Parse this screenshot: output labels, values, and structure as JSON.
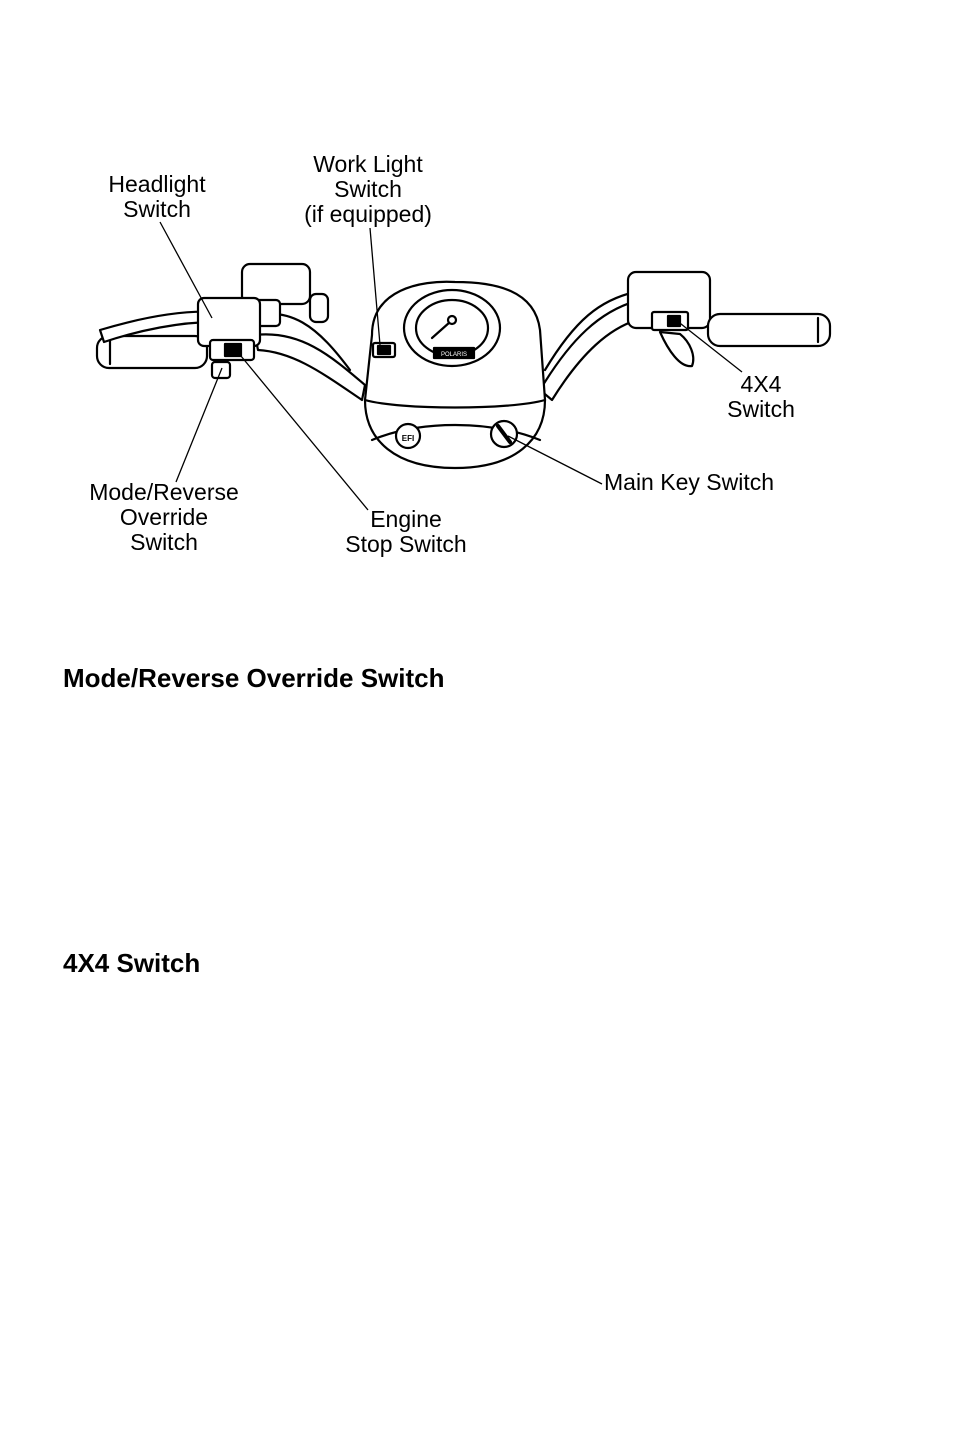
{
  "diagram": {
    "callouts": {
      "headlight": [
        "Headlight",
        "Switch"
      ],
      "work_light": [
        "Work Light",
        "Switch",
        "(if equipped)"
      ],
      "four_by_four": [
        "4X4",
        "Switch"
      ],
      "main_key": [
        "Main Key Switch"
      ],
      "mode_reverse": [
        "Mode/Reverse",
        "Override",
        "Switch"
      ],
      "engine_stop": [
        "Engine",
        "Stop Switch"
      ]
    },
    "pod_label": "EFI",
    "gauge_badge": "POLARIS"
  },
  "sections": [
    {
      "heading": "Mode/Reverse Override Switch"
    },
    {
      "heading": "4X4 Switch"
    }
  ]
}
